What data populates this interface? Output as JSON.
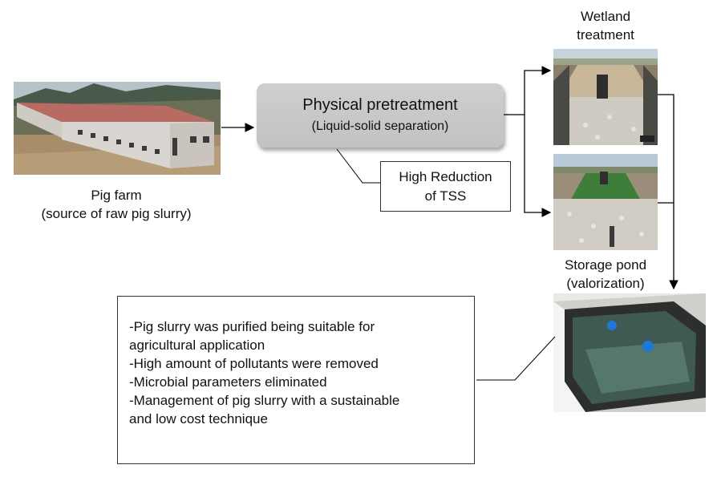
{
  "pig_farm": {
    "label_line1": "Pig farm",
    "label_line2": "(source of raw pig slurry)"
  },
  "pretreatment": {
    "title": "Physical pretreatment",
    "subtitle": "(Liquid-solid separation)"
  },
  "tss_note": {
    "line1": "High Reduction",
    "line2": "of TSS"
  },
  "wetland": {
    "label_line1": "Wetland",
    "label_line2": "treatment"
  },
  "storage": {
    "label_line1": "Storage pond",
    "label_line2": "(valorization)"
  },
  "results": {
    "lines": [
      "-Pig slurry was purified  being suitable for",
      "agricultural application",
      "-High amount of pollutants were removed",
      "-Microbial parameters eliminated",
      "-Management of pig slurry with a sustainable",
      "and low cost technique"
    ]
  },
  "colors": {
    "pretreatment_box": "#c8c8c8",
    "connector": "#000000"
  }
}
